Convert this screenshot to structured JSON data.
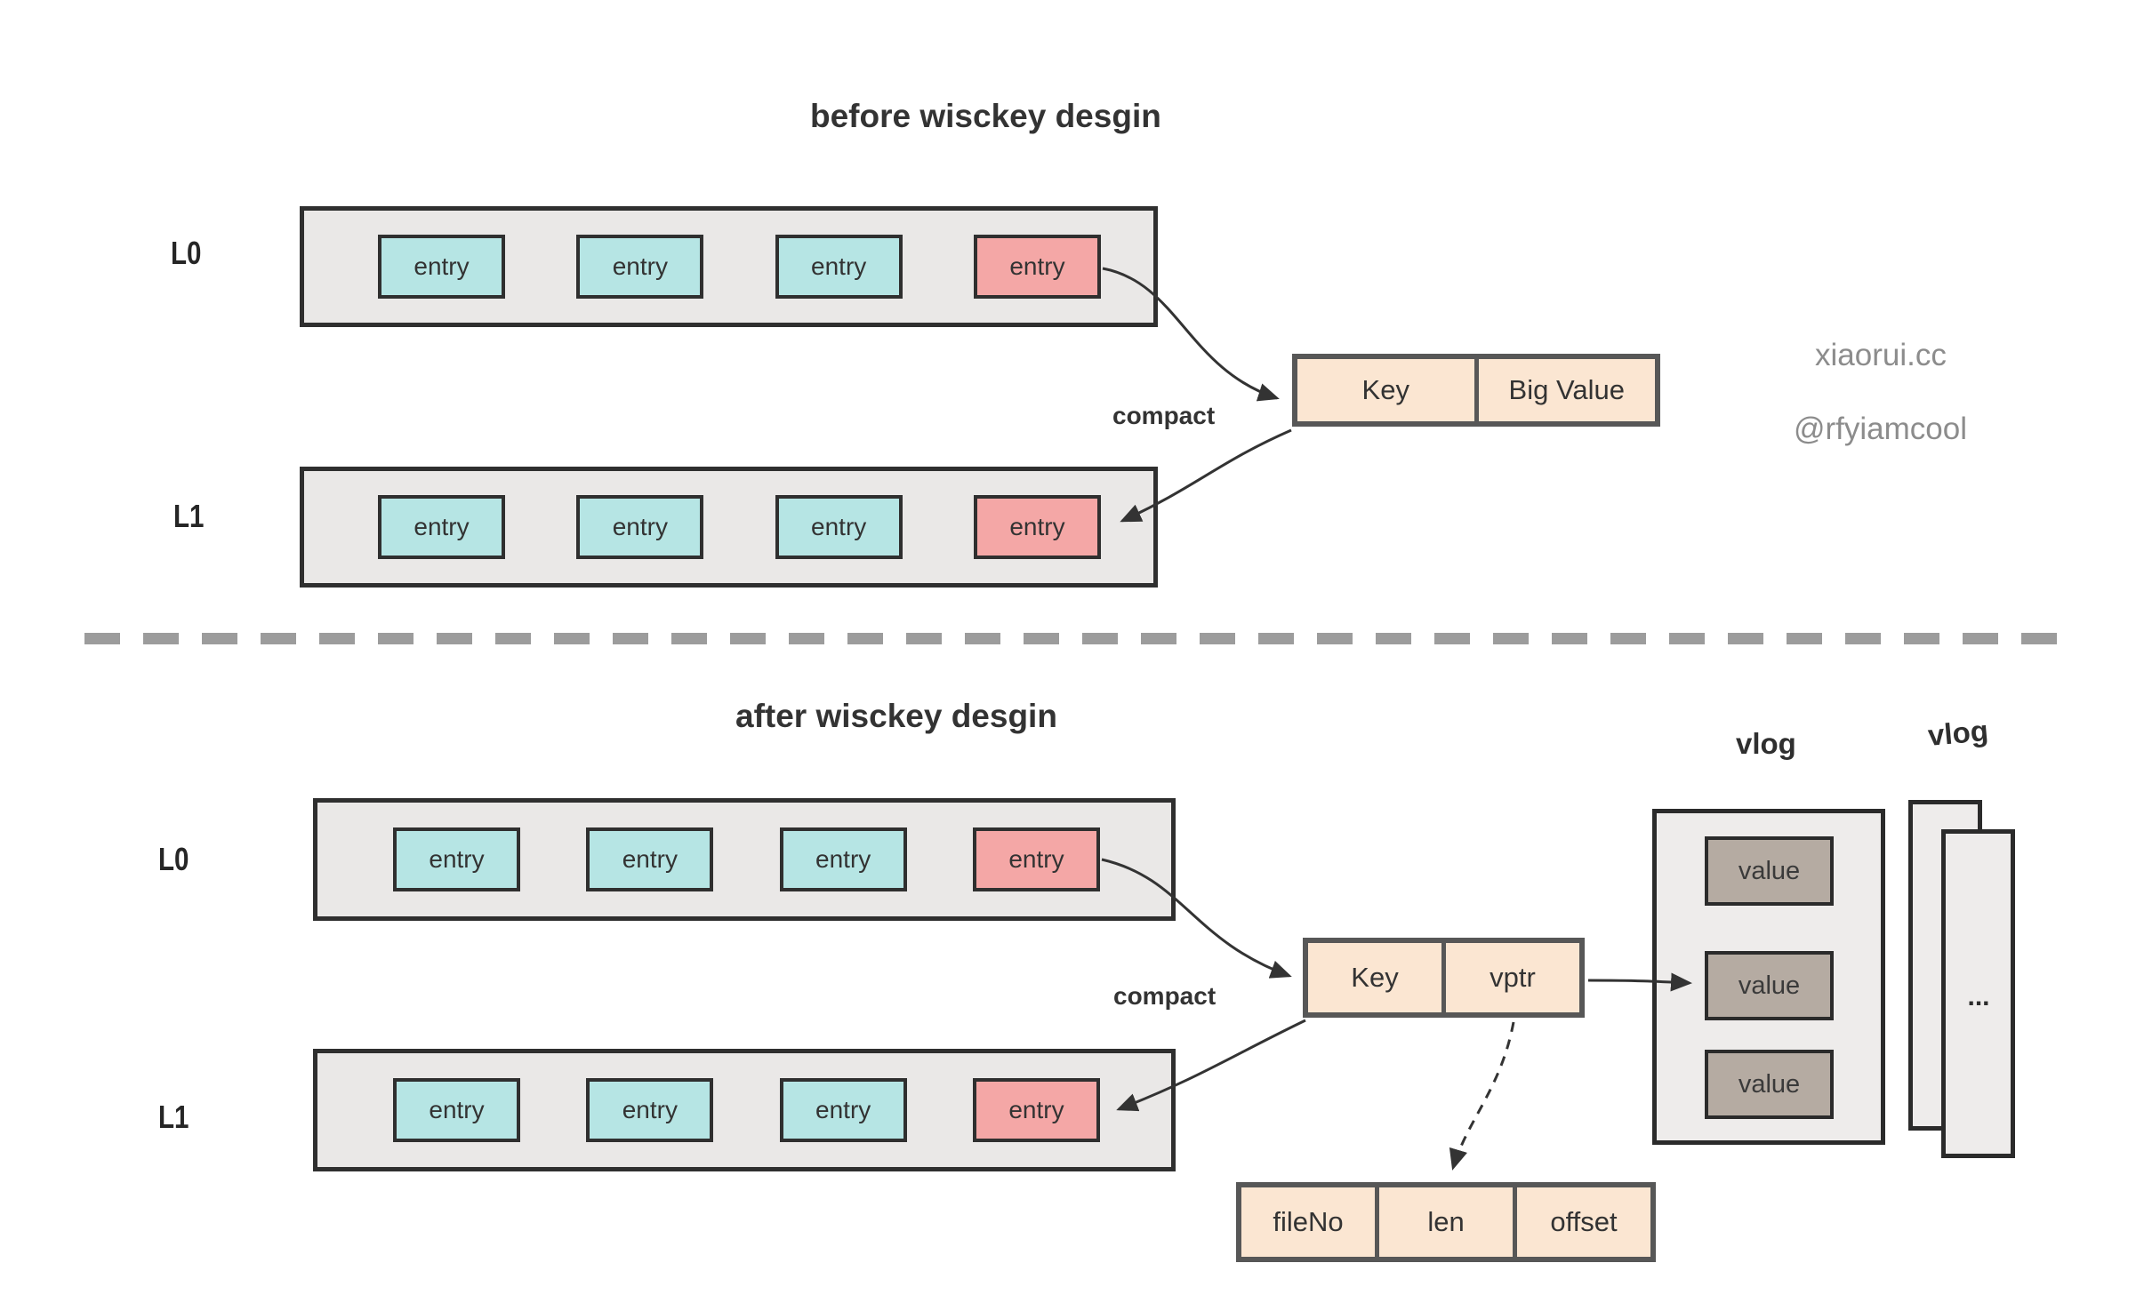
{
  "page": {
    "watermark_site": "xiaorui.cc",
    "watermark_handle": "@rfyiamcool"
  },
  "before": {
    "title": "before wisckey desgin",
    "compact_label": "compact",
    "l0": {
      "label": "L0",
      "entries": [
        "entry",
        "entry",
        "entry",
        "entry"
      ]
    },
    "l1": {
      "label": "L1",
      "entries": [
        "entry",
        "entry",
        "entry",
        "entry"
      ]
    },
    "record": {
      "key": "Key",
      "value": "Big Value"
    }
  },
  "after": {
    "title": "after wisckey desgin",
    "compact_label": "compact",
    "l0": {
      "label": "L0",
      "entries": [
        "entry",
        "entry",
        "entry",
        "entry"
      ]
    },
    "l1": {
      "label": "L1",
      "entries": [
        "entry",
        "entry",
        "entry",
        "entry"
      ]
    },
    "record": {
      "key": "Key",
      "value": "vptr"
    },
    "vptr_struct": {
      "cells": [
        "fileNo",
        "len",
        "offset"
      ]
    },
    "vlog_main": {
      "label": "vlog",
      "values": [
        "value",
        "value",
        "value"
      ]
    },
    "vlog_stack": {
      "label": "vlog",
      "ellipsis": "..."
    }
  },
  "colors": {
    "level-bg": "#eae8e7",
    "dark-border": "#2f2f2f",
    "teal": "#b6e5e4",
    "pink": "#f4a7a6",
    "peach": "#fbe6d2",
    "peach-border": "#575757",
    "value-fill": "#b5aba2",
    "vlog-bg": "#eeeceb",
    "arrow": "#333333",
    "divider": "#9c9c9c",
    "text": "#333333",
    "watermark": "#8c8c8c"
  }
}
